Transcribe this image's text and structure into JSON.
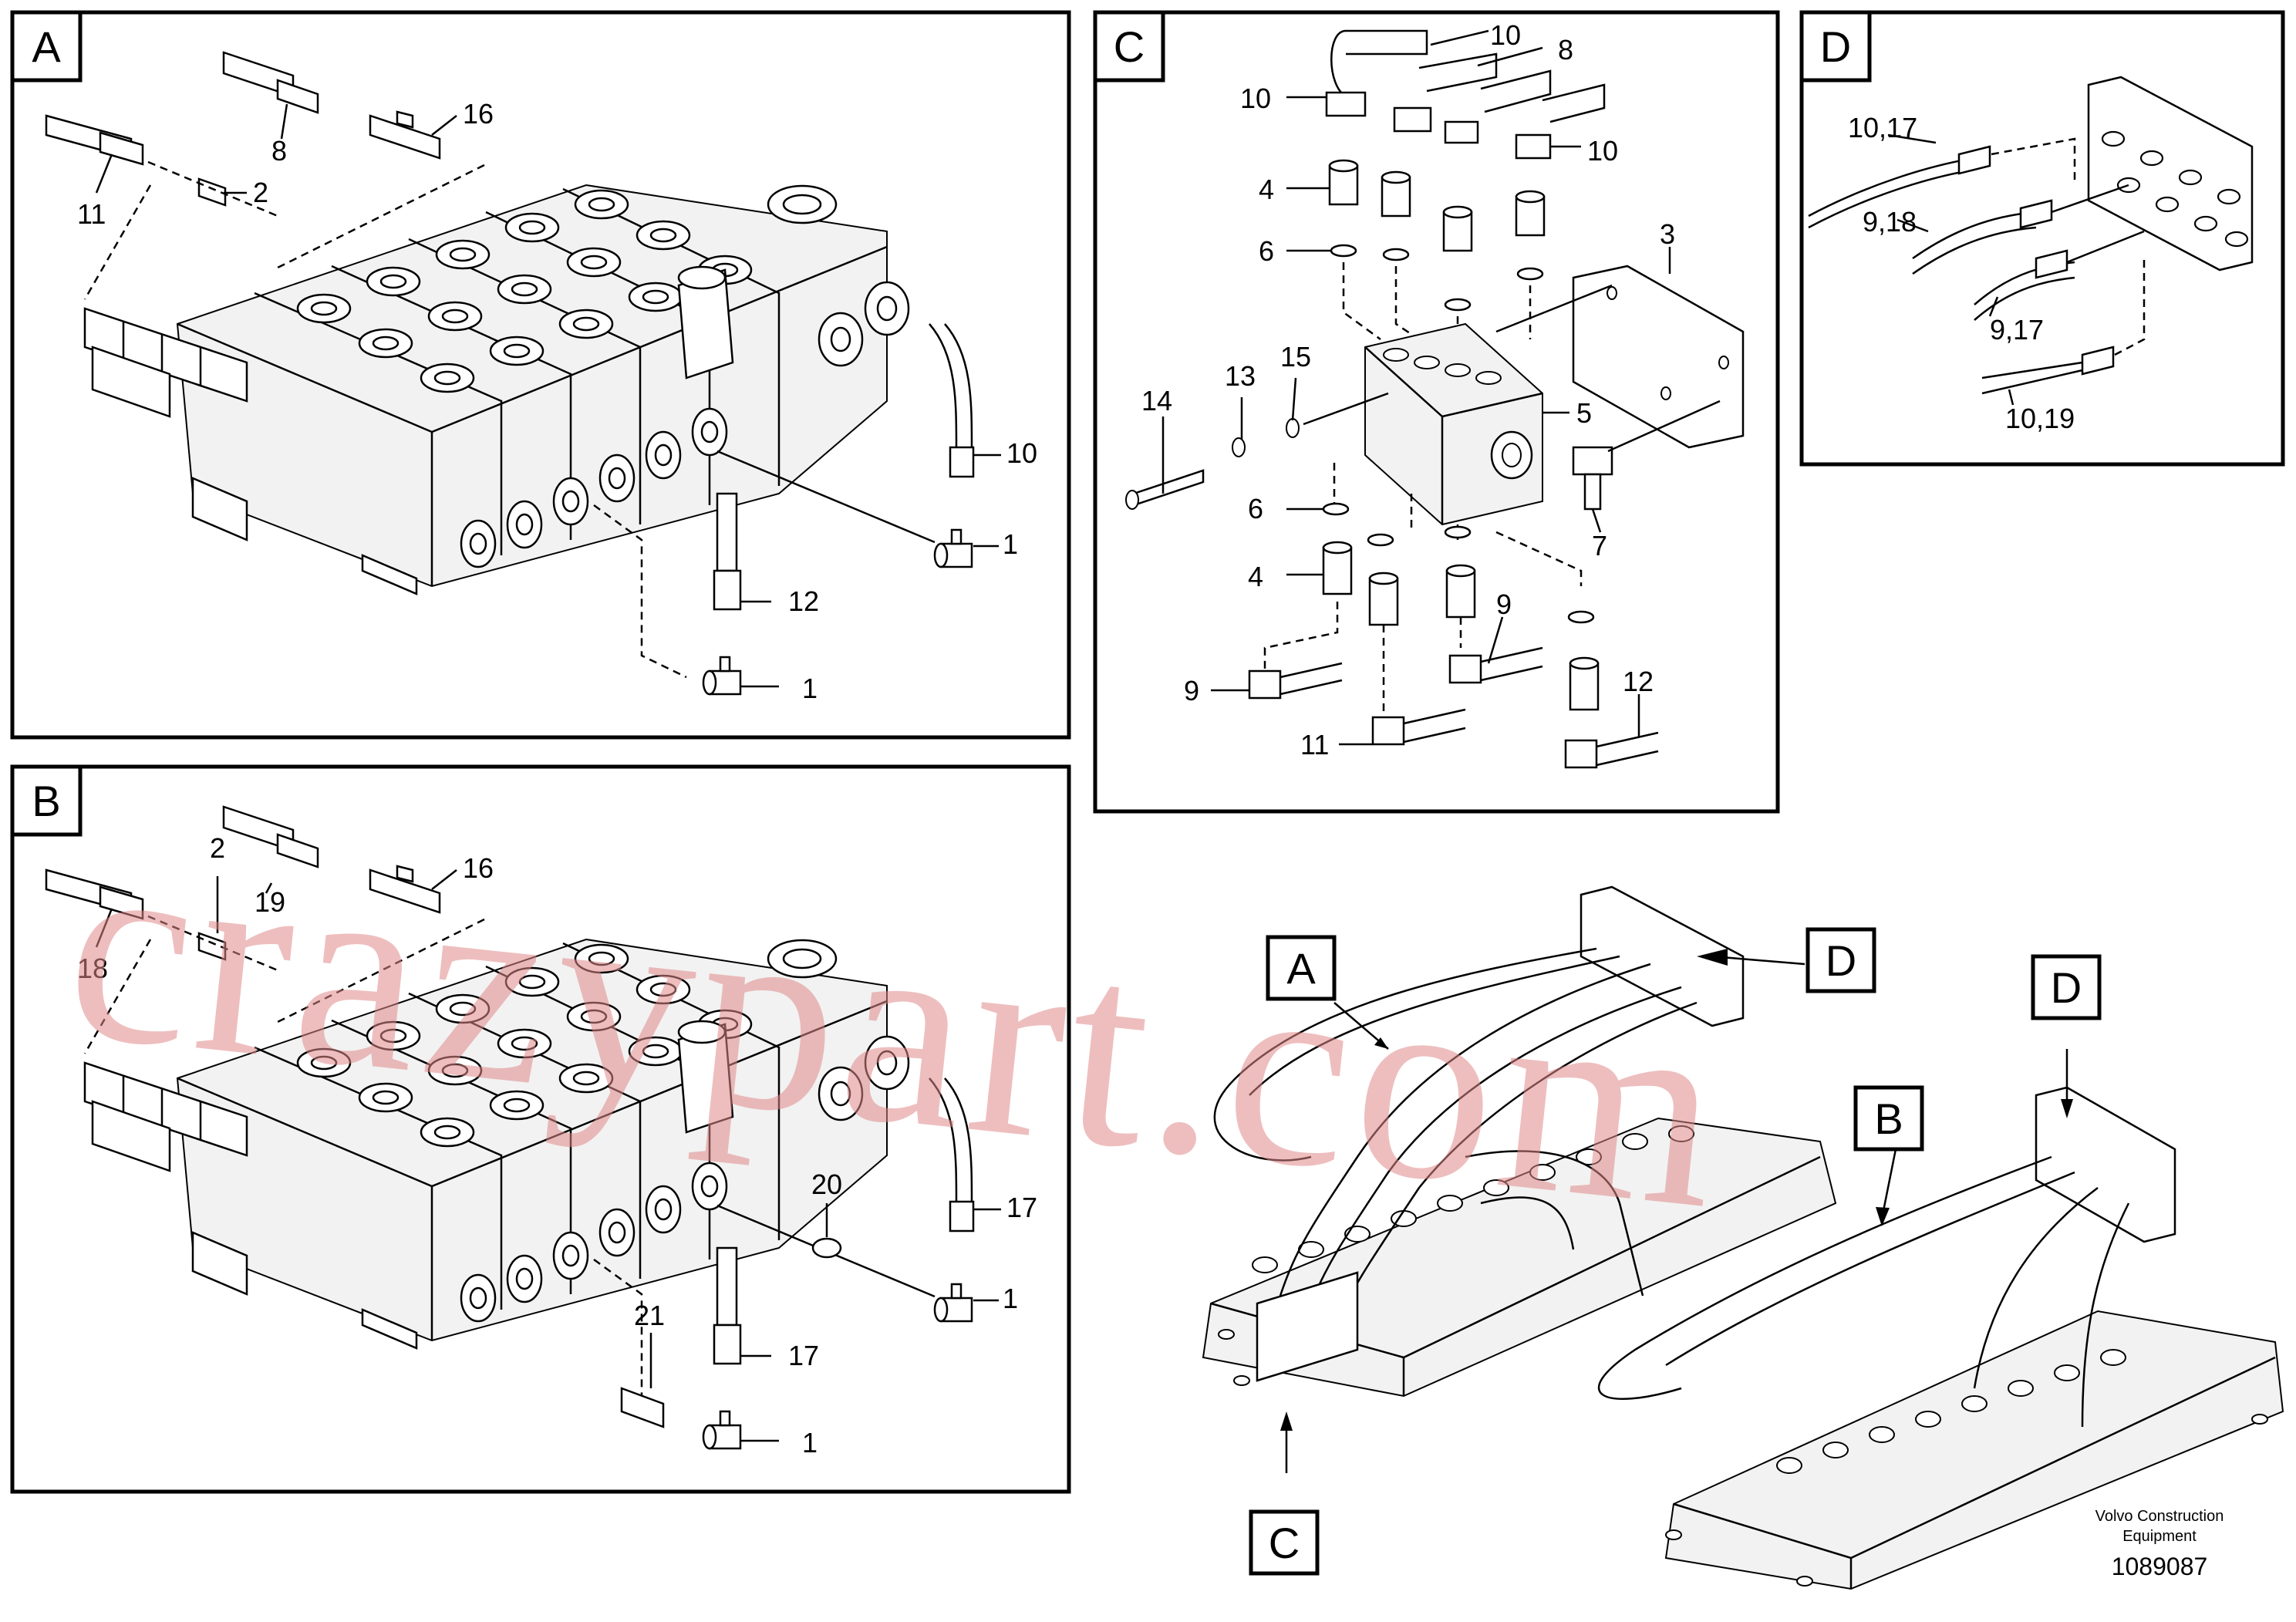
{
  "panels": [
    {
      "tag": "A",
      "callouts": [
        "16",
        "8",
        "2",
        "11",
        "10",
        "1",
        "12",
        "1"
      ]
    },
    {
      "tag": "B",
      "callouts": [
        "2",
        "16",
        "19",
        "18",
        "17",
        "20",
        "1",
        "21",
        "17",
        "1"
      ]
    },
    {
      "tag": "C",
      "callouts": [
        "10",
        "10",
        "8",
        "10",
        "4",
        "6",
        "3",
        "14",
        "13",
        "15",
        "5",
        "7",
        "6",
        "4",
        "9",
        "9",
        "12",
        "11"
      ]
    },
    {
      "tag": "D",
      "callouts": [
        "10,17",
        "9,18",
        "9,17",
        "10,19"
      ]
    }
  ],
  "overview": {
    "tags": [
      "A",
      "D",
      "D",
      "B",
      "C"
    ],
    "maker": [
      "Volvo Construction",
      "Equipment"
    ],
    "drawing_number": "1089087"
  },
  "watermark": "crazypart.com"
}
